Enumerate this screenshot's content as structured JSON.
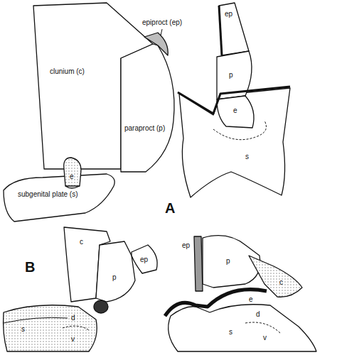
{
  "diagram": {
    "labels": [
      "epiproct (ep)",
      "clunium (c)",
      "paraproct (p)",
      "e",
      "subgenital plate (s)",
      "A",
      "ep",
      "p",
      "e",
      "s",
      "B",
      "c",
      "ep",
      "p",
      "d",
      "s",
      "v",
      "ep",
      "p",
      "c",
      "e",
      "d",
      "s",
      "v"
    ]
  }
}
